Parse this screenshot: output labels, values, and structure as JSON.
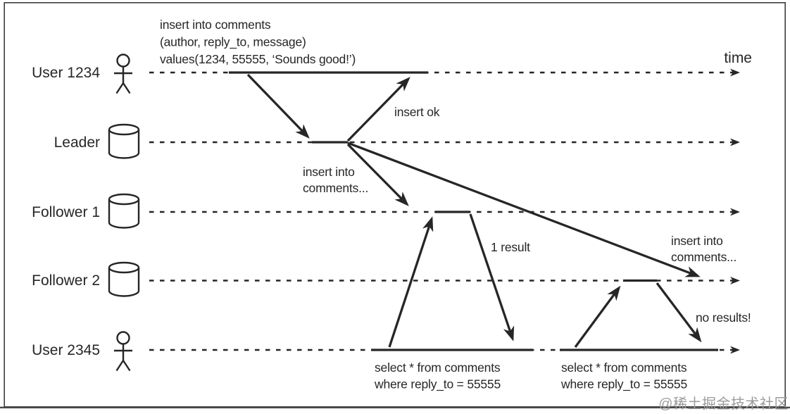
{
  "diagram": {
    "time_label": "time",
    "watermark": "@稀土掘金技术社区",
    "colors": {
      "ink": "#262626",
      "watermark_gray": "#9c9c9c",
      "border": "#3e3e3e",
      "background": "#ffffff"
    },
    "rows": [
      {
        "label": "User 1234",
        "icon": "person-icon"
      },
      {
        "label": "Leader",
        "icon": "database-cylinder-icon"
      },
      {
        "label": "Follower 1",
        "icon": "database-cylinder-icon"
      },
      {
        "label": "Follower 2",
        "icon": "database-cylinder-icon"
      },
      {
        "label": "User 2345",
        "icon": "person-icon"
      }
    ],
    "messages": {
      "insert_statement_line1": "insert into comments",
      "insert_statement_line2": "(author, reply_to, message)",
      "insert_statement_line3": "values(1234, 55555, ‘Sounds good!’)",
      "insert_ok": "insert ok",
      "replicate_follower1_line1": "insert into",
      "replicate_follower1_line2": "comments...",
      "replicate_follower2_line1": "insert into",
      "replicate_follower2_line2": "comments...",
      "first_read_result": "1 result",
      "second_read_result": "no results!",
      "select_query1_line1": "select * from comments",
      "select_query1_line2": "where reply_to = 55555",
      "select_query2_line1": "select * from comments",
      "select_query2_line2": "where reply_to = 55555"
    }
  }
}
